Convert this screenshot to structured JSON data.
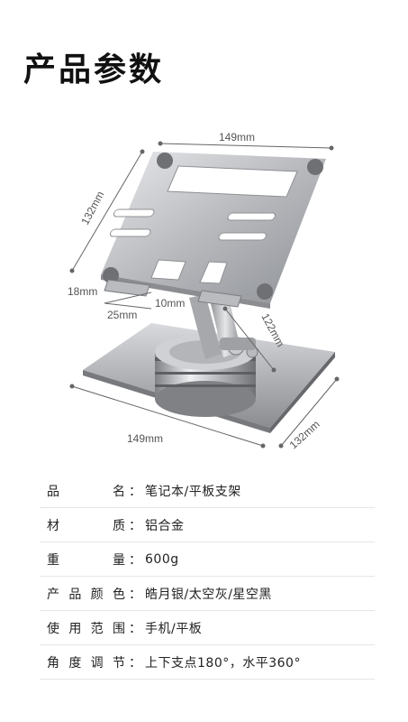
{
  "page_title": "产品参数",
  "dimensions": {
    "top_width": "149mm",
    "panel_height": "132mm",
    "lip_height": "18mm",
    "lip_width": "25mm",
    "gap": "10mm",
    "arm_length": "122mm",
    "base_width": "149mm",
    "base_depth": "132mm"
  },
  "specs": [
    {
      "label": "品名",
      "value": "笔记本/平板支架"
    },
    {
      "label": "材质",
      "value": "铝合金"
    },
    {
      "label": "重量",
      "value": "600g"
    },
    {
      "label": "产品颜色",
      "value": "皓月银/太空灰/星空黑"
    },
    {
      "label": "使用范围",
      "value": "手机/平板"
    },
    {
      "label": "角度调节",
      "value": "上下支点180°，水平360°"
    }
  ],
  "colon": "："
}
